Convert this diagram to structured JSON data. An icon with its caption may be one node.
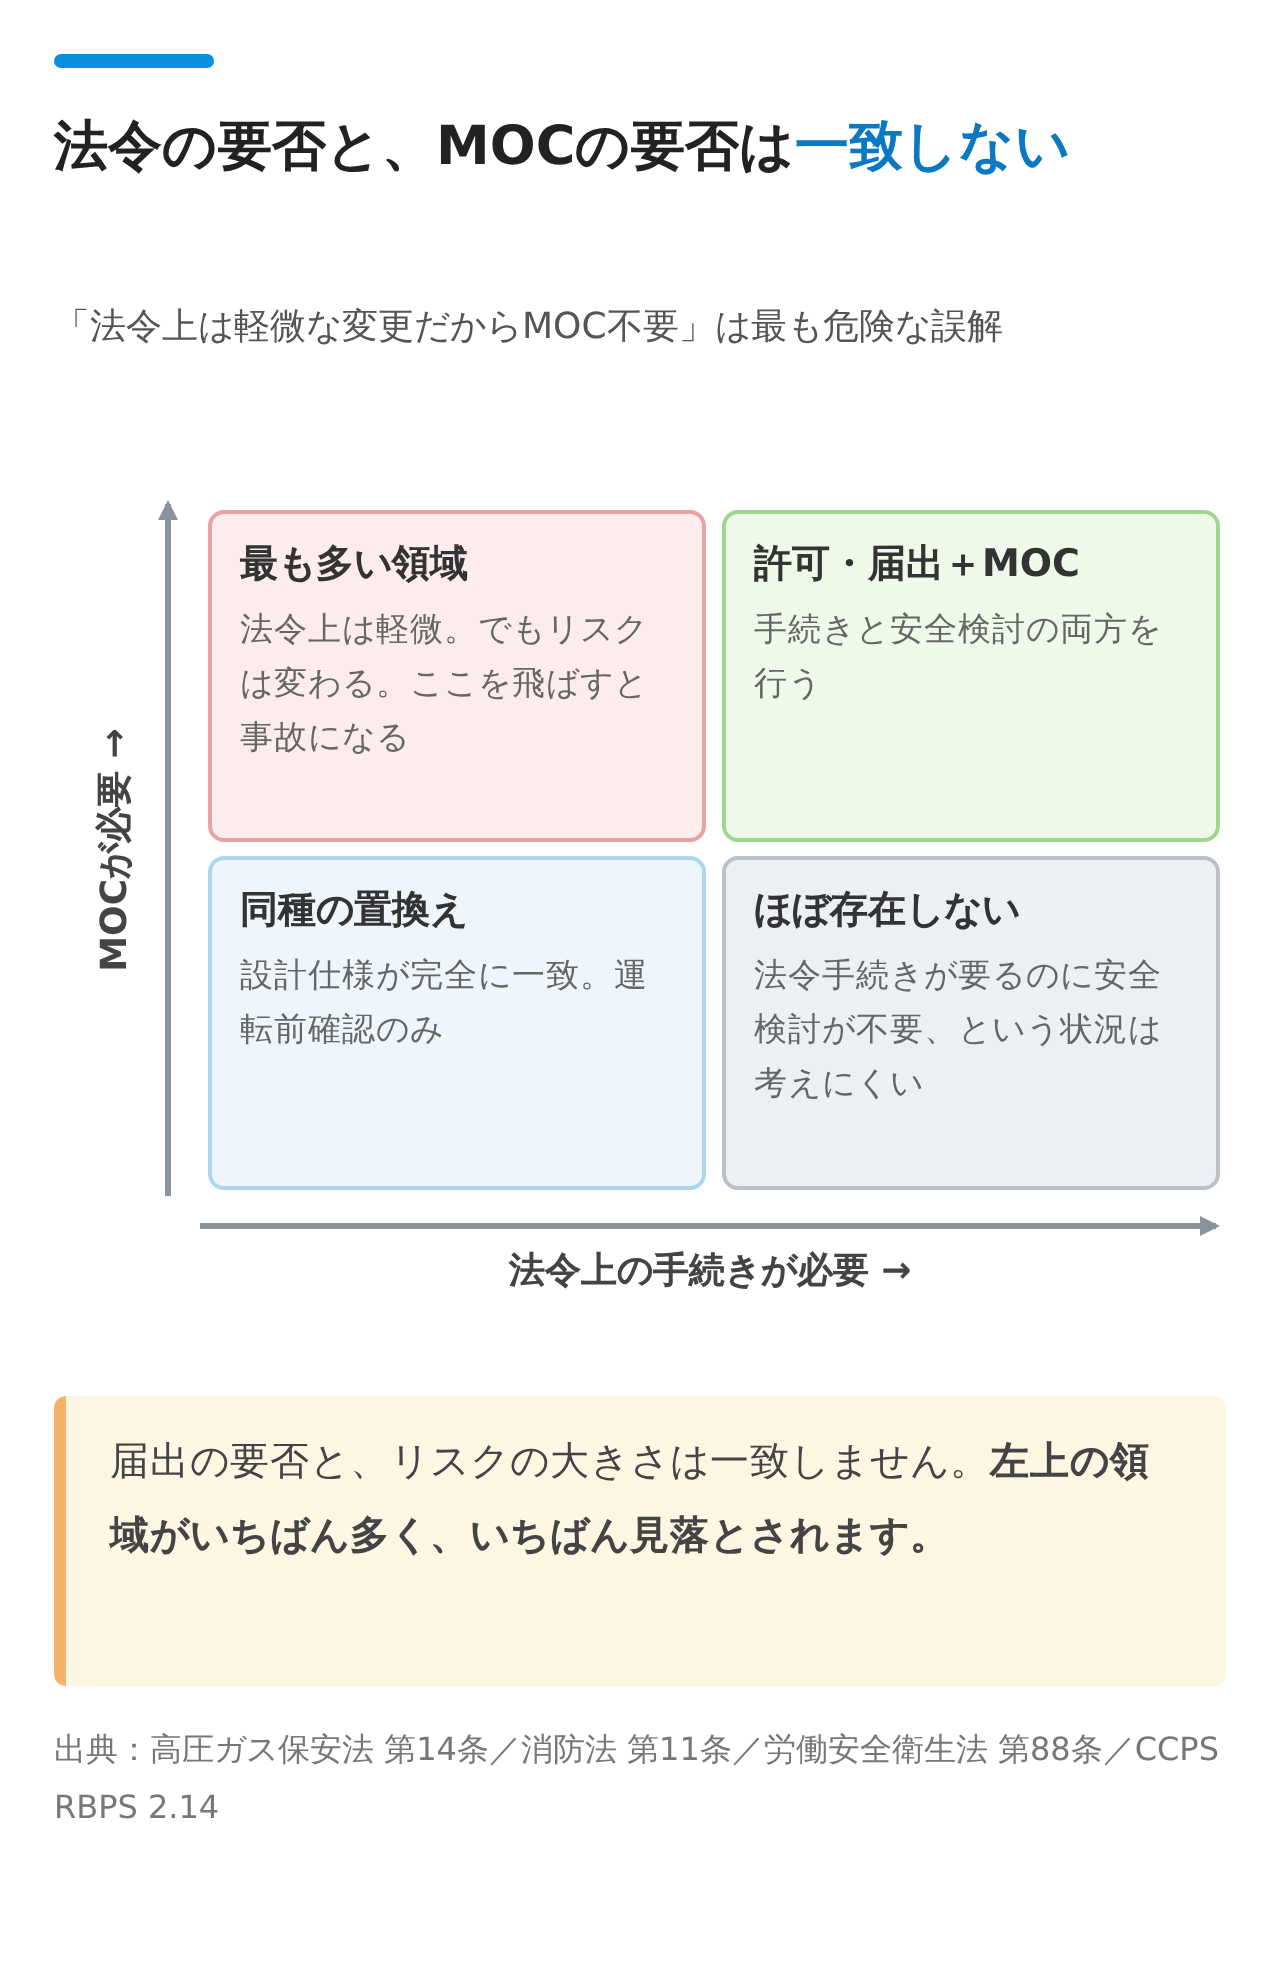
{
  "diagram": {
    "title": "法令の要否と、MOCの要否は**一致しない**",
    "nodes": [
      {
        "text": [
          "最も多い領域",
          "法令上は軽微。でもリスクは変わる。ここを飛ばすと事故になる"
        ]
      },
      {
        "text": [
          "許可・届出＋MOC",
          "手続きと安全検討の両方を行う"
        ]
      },
      {
        "text": [
          "同種の置換え",
          "設計仕様が完全に一致。運転前確認のみ"
        ]
      },
      {
        "text": [
          "ほぼ存在しない",
          "法令手続きが要るのに安全検討が不要、という状況は考えにくい"
        ]
      },
      {
        "text": [
          "届出の要否と、リスクの大きさは一致しません。**左上の領域がいちばん多く、いちばん見落とされます。**"
        ]
      }
    ],
    "labels": [
      "「法令上は軽微な変更だからMOC不要」は最も危険な誤解",
      "MOCが必要 →",
      "法令上の手続きが必要 →",
      "出典：高圧ガス保安法 第14条／消防法 第11条／労働安全衛生法 第88条／CCPS RBPS 2.14"
    ]
  }
}
